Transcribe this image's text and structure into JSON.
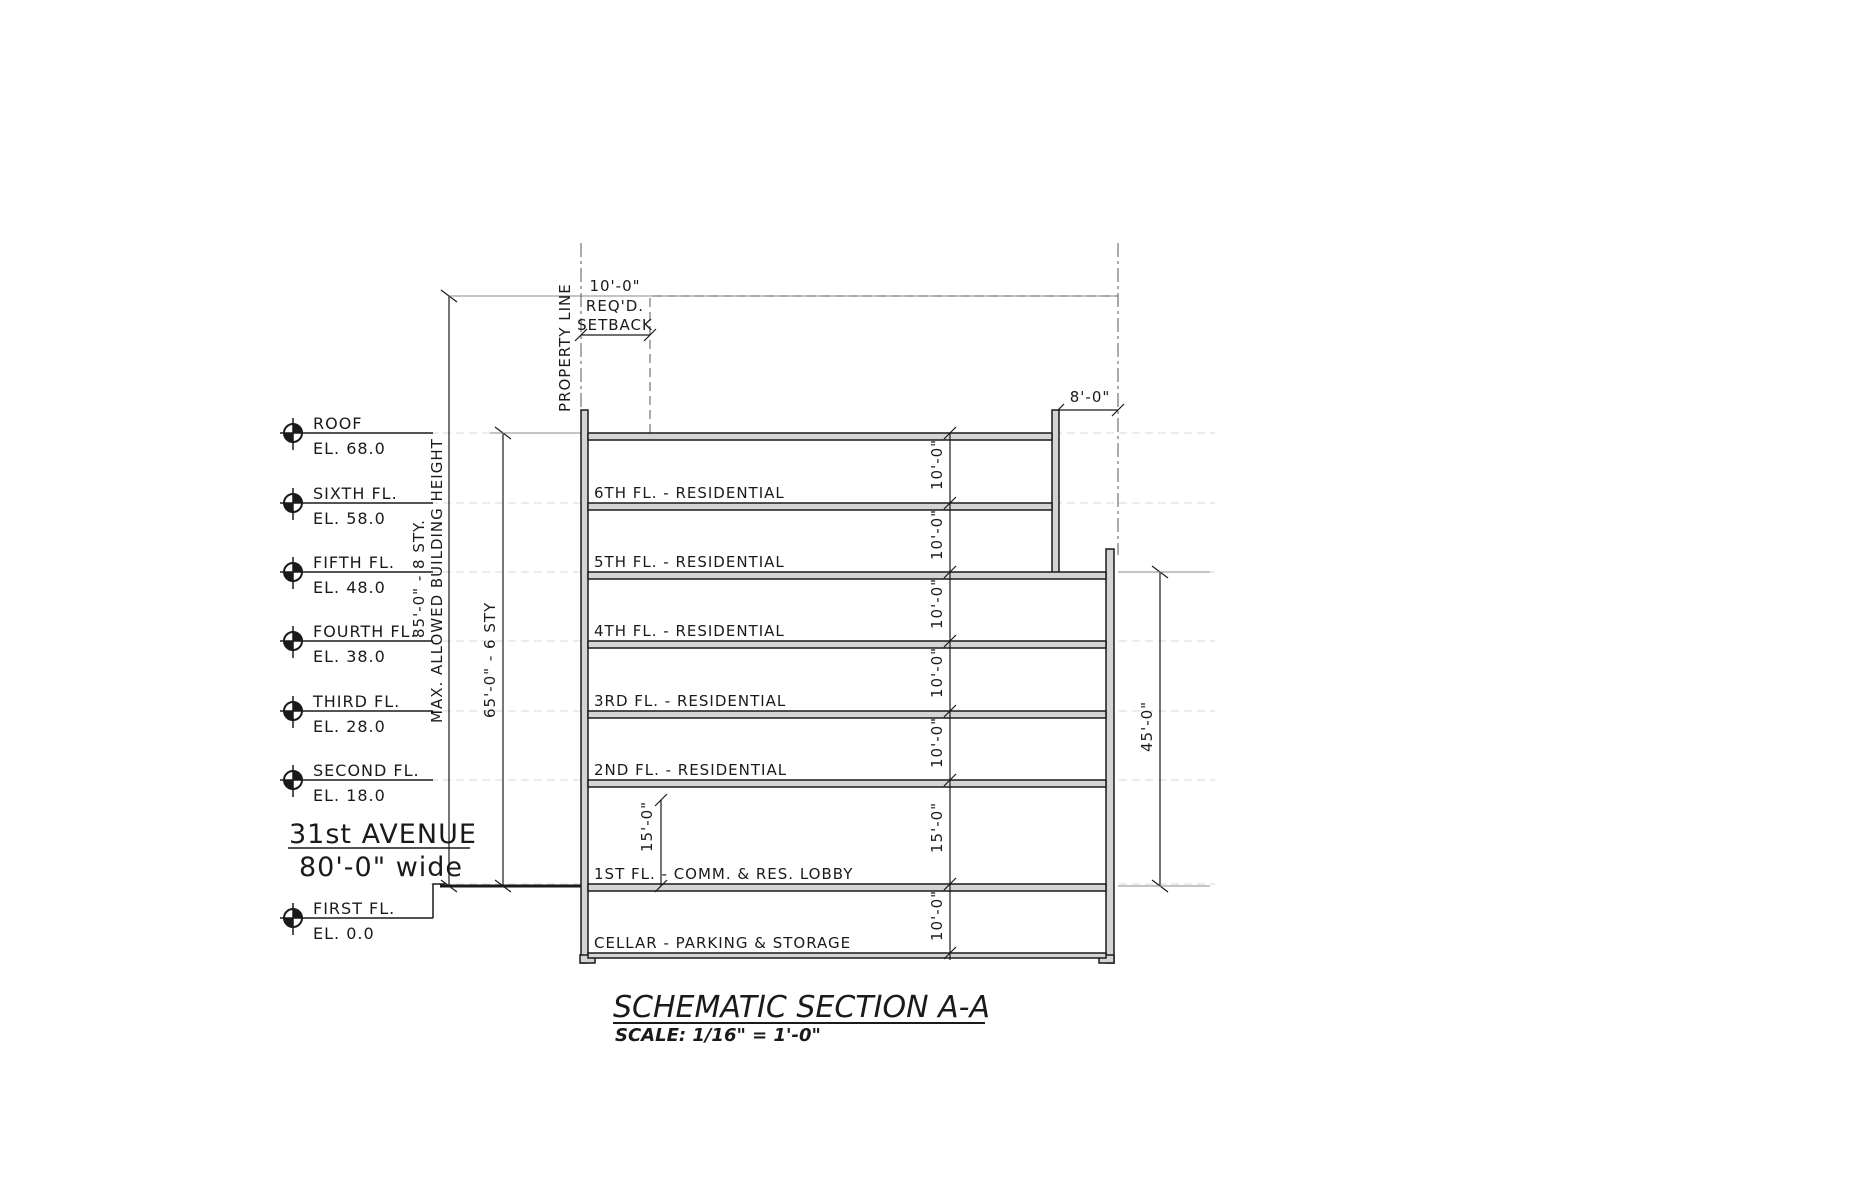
{
  "levels": [
    {
      "name": "ROOF",
      "elevation": "EL. 68.0"
    },
    {
      "name": "SIXTH FL.",
      "elevation": "EL. 58.0"
    },
    {
      "name": "FIFTH FL.",
      "elevation": "EL. 48.0"
    },
    {
      "name": "FOURTH FL.",
      "elevation": "EL. 38.0"
    },
    {
      "name": "THIRD FL.",
      "elevation": "EL. 28.0"
    },
    {
      "name": "SECOND FL.",
      "elevation": "EL. 18.0"
    },
    {
      "name": "FIRST FL.",
      "elevation": "EL. 0.0"
    }
  ],
  "street": {
    "name": "31st AVENUE",
    "width": "80'-0\" wide"
  },
  "floors": [
    {
      "label": "6TH FL. - RESIDENTIAL",
      "height": "10'-0\""
    },
    {
      "label": "5TH FL. - RESIDENTIAL",
      "height": "10'-0\""
    },
    {
      "label": "4TH FL. - RESIDENTIAL",
      "height": "10'-0\""
    },
    {
      "label": "3RD FL. - RESIDENTIAL",
      "height": "10'-0\""
    },
    {
      "label": "2ND FL. - RESIDENTIAL",
      "height": "10'-0\""
    },
    {
      "label": "1ST FL. - COMM. & RES. LOBBY",
      "height": "15'-0\""
    },
    {
      "label": "CELLAR - PARKING & STORAGE",
      "height": "10'-0\""
    }
  ],
  "dimensions": {
    "max_height_line1": "85'-0\" - 8 STY.",
    "max_height_line2": "MAX. ALLOWED BUILDING HEIGHT",
    "building_height": "65'-0\" - 6 STY",
    "base_height": "45'-0\"",
    "first_floor_height": "15'-0\"",
    "setback_dim": "10'-0\"",
    "setback_line1": "REQ'D.",
    "setback_line2": "SETBACK",
    "rear_setback": "8'-0\"",
    "property_line": "PROPERTY LINE"
  },
  "title": "SCHEMATIC SECTION A-A",
  "scale": "SCALE:  1/16\" = 1'-0\""
}
